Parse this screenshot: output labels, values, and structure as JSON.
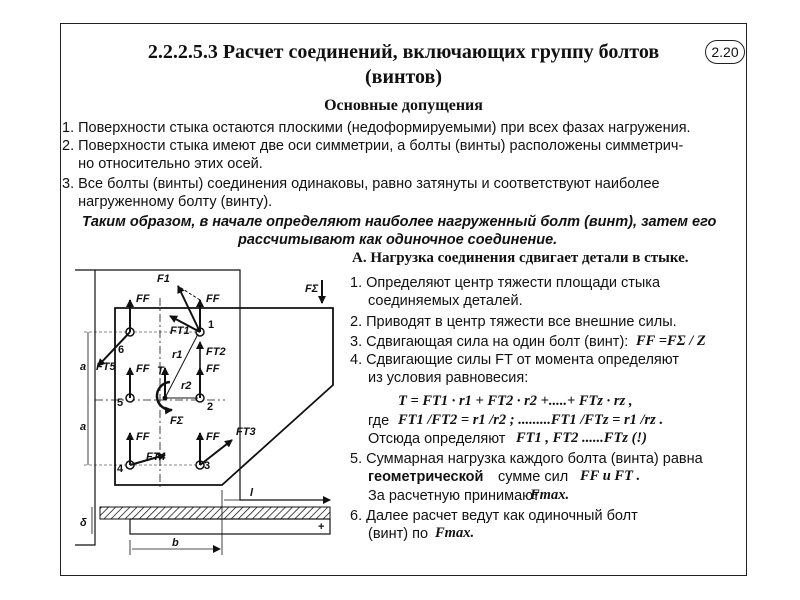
{
  "header": {
    "title_line1": "2.2.2.5.3 Расчет соединений, включающих группу болтов",
    "title_line2": "(винтов)",
    "badge": "2.20",
    "subheading": "Основные допущения"
  },
  "assumptions": [
    "1. Поверхности стыка остаются плоскими (недоформируемыми) при всех фазах нагружения.",
    "2. Поверхности стыка имеют две оси симметрии, а болты (винты) расположены  симметрич-",
    "    но относительно этих осей.",
    "3. Все болты (винты) соединения одинаковы, равно затянуты и  соответствуют наиболее",
    "    нагруженному болту (винту)."
  ],
  "conclusion_line1": "Таким образом, в начале определяют наиболее нагруженный болт (винт), затем его",
  "conclusion_line2": "рассчитывают как одиночное соединение.",
  "section_a": "А. Нагрузка соединения сдвигает детали в стыке.",
  "steps": {
    "s1a": "1. Определяют центр тяжести площади стыка",
    "s1b": "соединяемых деталей.",
    "s2": "2. Приводят в центр тяжести все внешние силы.",
    "s3": "3. Сдвигающая сила на один болт (винт):",
    "s3f": "FF =FΣ / Z",
    "s4a": "4. Сдвигающие силы  FT от момента определяют",
    "s4b": "из условия равновесия:",
    "s4f1": "T =  FT1 · r1 +  FT2 · r2 +.....+  FTz · rz ,",
    "s4f2_prefix": "где",
    "s4f2": "FT1 /FT2 = r1 /r2 ; .........FT1 /FTz = r1 /rz .",
    "s4f3_prefix": "Отсюда определяют",
    "s4f3": "FT1 , FT2 ......FTz (!)",
    "s5a": "5. Суммарная нагрузка каждого болта (винта) равна",
    "s5b_bold": "геометрической",
    "s5b": "сумме сил",
    "s5b_f": "FF и FT .",
    "s5c": "За расчетную принимают",
    "s5c_f": "Fmax.",
    "s6a": "6. Далее расчет ведут как одиночный болт",
    "s6b": "(винт) по",
    "s6b_f": "Fmax."
  },
  "diagram": {
    "labels": {
      "f1": "F1",
      "ff": "FF",
      "fsum": "FΣ",
      "ft1": "FT1",
      "ft2": "FT2",
      "ft3": "FT3",
      "ft4": "FT4",
      "ft5": "FT5",
      "t": "T",
      "r1": "r1",
      "r2": "r2",
      "a": "a",
      "b": "b",
      "l": "l",
      "delta": "δ",
      "plus": "+",
      "b1": "1",
      "b2": "2",
      "b3": "3",
      "b4": "4",
      "b5": "5",
      "b6": "6"
    }
  }
}
